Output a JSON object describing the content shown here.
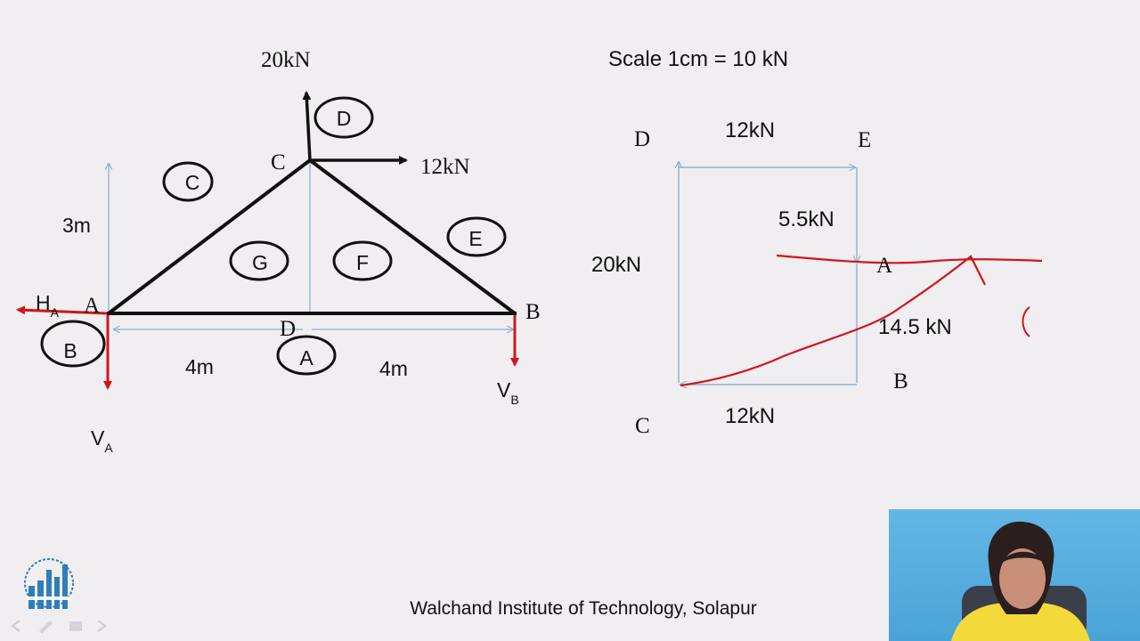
{
  "truss": {
    "load_top": "20kN",
    "load_right": "12kN",
    "node_a": "A",
    "node_b": "B",
    "node_c": "C",
    "node_d": "D",
    "height": "3m",
    "span_left": "4m",
    "span_right": "4m",
    "reaction_h": "H",
    "reaction_h_sub": "A",
    "reaction_va": "V",
    "reaction_va_sub": "A",
    "reaction_vb": "V",
    "reaction_vb_sub": "B",
    "regions": {
      "a": "A",
      "b": "B",
      "c": "C",
      "d": "D",
      "e": "E",
      "f": "F",
      "g": "G"
    }
  },
  "force_diagram": {
    "scale": "Scale 1cm = 10 kN",
    "point_d": "D",
    "point_e": "E",
    "point_a": "A",
    "point_b": "B",
    "point_c": "C",
    "top_force": "12kN",
    "left_force": "20kN",
    "de_a_force": "5.5kN",
    "a_b_force": "14.5 kN",
    "bottom_force": "12kN"
  },
  "colors": {
    "ink": "#111111",
    "dimension": "#8fb0d0",
    "annotation": "#d0151d",
    "background": "#f0eef0",
    "webcam": "#56ade0"
  },
  "footer": {
    "institute": "Walchand Institute of Technology, Solapur"
  }
}
